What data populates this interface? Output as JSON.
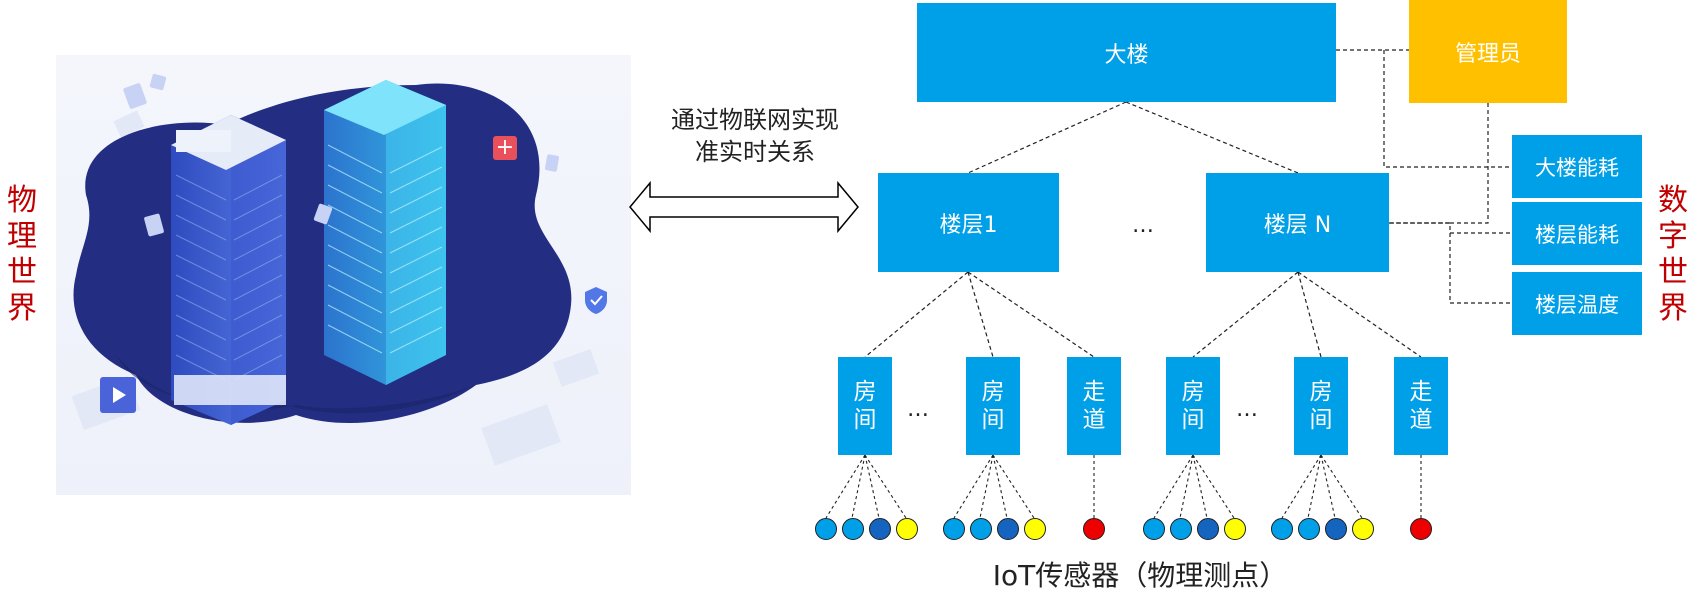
{
  "labels": {
    "physical_world": "物理世界",
    "digital_world": "数字世界",
    "relation_line1": "通过物联网实现",
    "relation_line2": "准实时关系",
    "sensors_caption": "IoT传感器（物理测点）",
    "ellipsis": "…"
  },
  "nodes": {
    "building": "大楼",
    "admin": "管理员",
    "floor1": "楼层1",
    "floorN": "楼层 N",
    "building_energy": "大楼能耗",
    "floor_energy": "楼层能耗",
    "floor_temp": "楼层温度",
    "room": "房间",
    "corridor": "走道"
  },
  "colors": {
    "box_blue": "#00a0e9",
    "admin_yellow": "#ffc000",
    "label_red": "#c00000",
    "sensor_cyan": "#00a0e9",
    "sensor_dark_blue": "#1565c0",
    "sensor_yellow": "#ffff00",
    "sensor_red": "#ee0000"
  },
  "sensor_groups": [
    [
      "cyan",
      "cyan",
      "dark_blue",
      "yellow"
    ],
    [
      "cyan",
      "cyan",
      "dark_blue",
      "yellow"
    ],
    [
      "red"
    ],
    [
      "cyan",
      "cyan",
      "dark_blue",
      "yellow"
    ],
    [
      "cyan",
      "cyan",
      "dark_blue",
      "yellow"
    ],
    [
      "red"
    ]
  ],
  "illustration_icons": [
    "building-illustration",
    "plus-icon",
    "play-icon",
    "shield-icon"
  ]
}
